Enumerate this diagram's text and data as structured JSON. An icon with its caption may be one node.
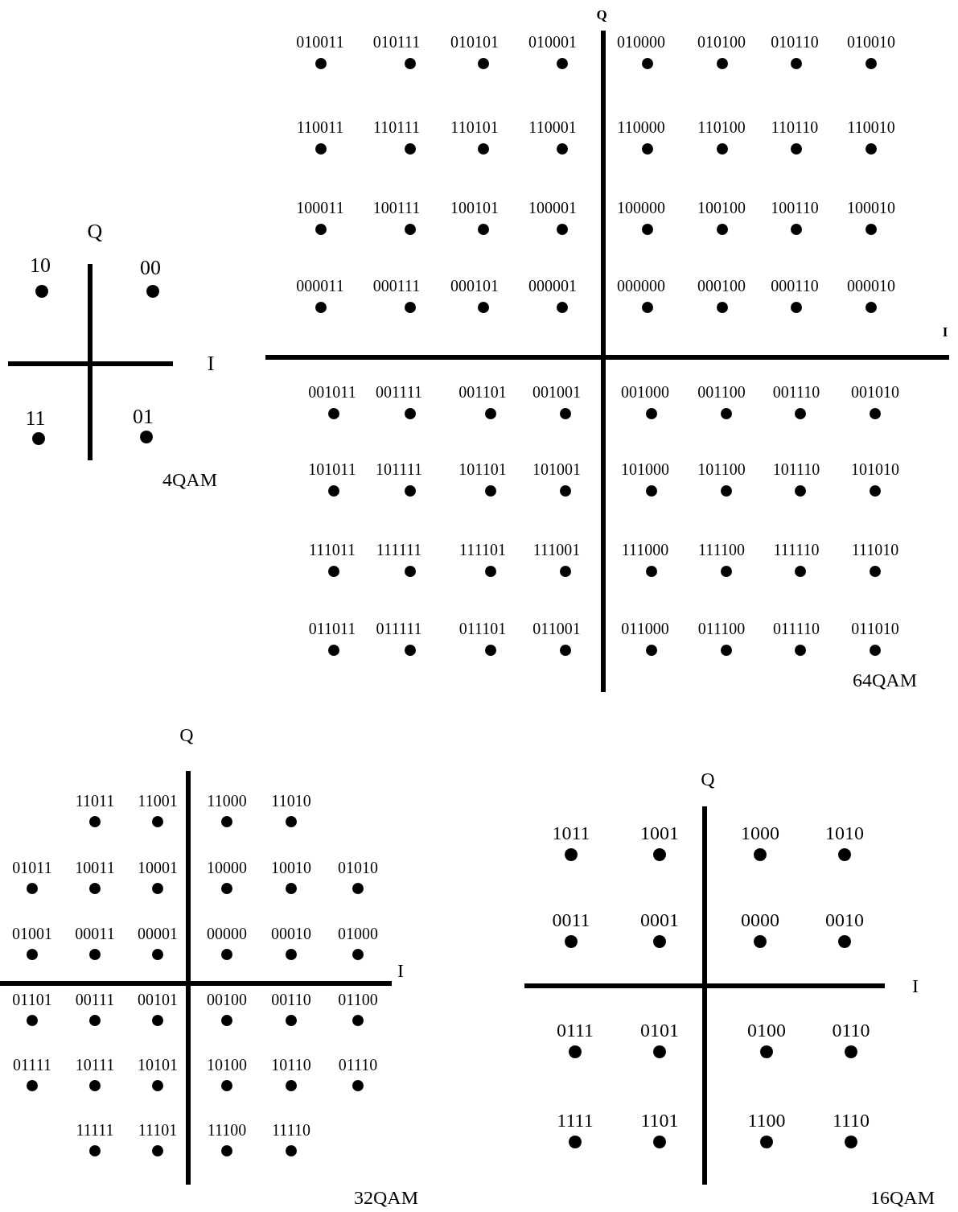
{
  "diagram": {
    "labels": [
      "Q",
      "10",
      "00",
      "I",
      "11",
      "01",
      "4QAM",
      "Q",
      "010011",
      "010111",
      "010101",
      "010001",
      "010000",
      "010100",
      "010110",
      "010010",
      "110011",
      "110111",
      "110101",
      "110001",
      "110000",
      "110100",
      "110110",
      "110010",
      "100011",
      "100111",
      "100101",
      "100001",
      "100000",
      "100100",
      "100110",
      "100010",
      "000011",
      "000111",
      "000101",
      "000001",
      "000000",
      "000100",
      "000110",
      "000010",
      "I",
      "001011",
      "001111",
      "001101",
      "001001",
      "001000",
      "001100",
      "001110",
      "001010",
      "101011",
      "101111",
      "101101",
      "101001",
      "101000",
      "101100",
      "101110",
      "101010",
      "111011",
      "111111",
      "111101",
      "111001",
      "111000",
      "111100",
      "111110",
      "111010",
      "011011",
      "011111",
      "011101",
      "011001",
      "011000",
      "011100",
      "011110",
      "011010",
      "64QAM",
      "Q",
      "11011",
      "11001",
      "11000",
      "11010",
      "01011",
      "10011",
      "10001",
      "10000",
      "10010",
      "01010",
      "01001",
      "00011",
      "00001",
      "00000",
      "00010",
      "01000",
      "I",
      "01101",
      "00111",
      "00101",
      "00100",
      "00110",
      "01100",
      "01111",
      "10111",
      "10101",
      "10100",
      "10110",
      "01110",
      "11111",
      "11101",
      "11100",
      "11110",
      "32QAM",
      "Q",
      "1011",
      "1001",
      "1000",
      "1010",
      "0011",
      "0001",
      "0000",
      "0010",
      "I",
      "0111",
      "0101",
      "0100",
      "0110",
      "1111",
      "1101",
      "1100",
      "1110",
      "16QAM"
    ]
  }
}
